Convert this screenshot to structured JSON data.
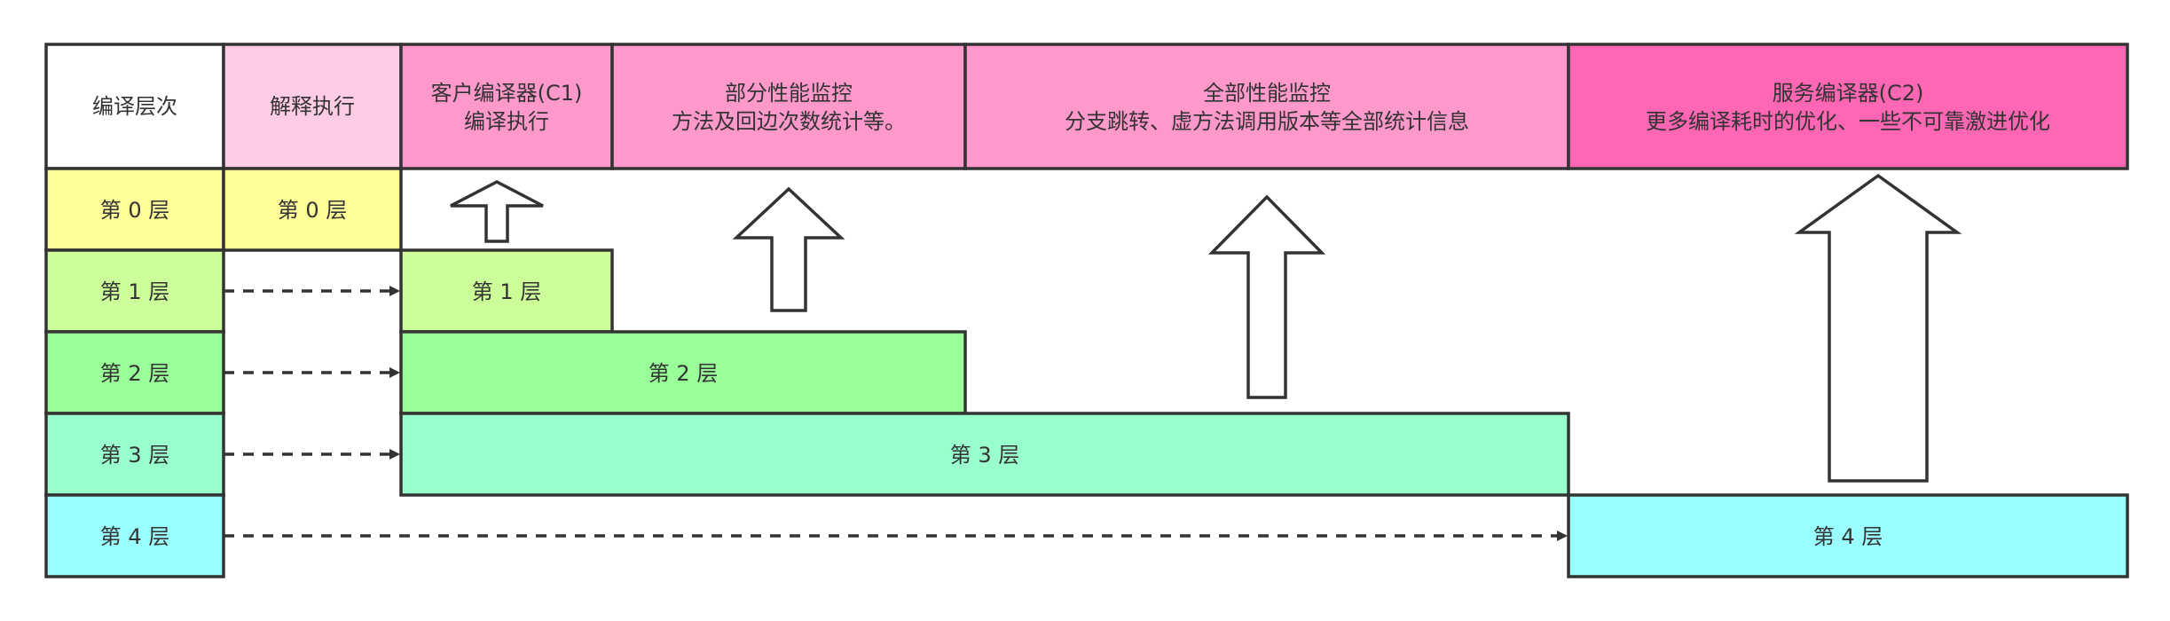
{
  "header": {
    "tiers_label": "编译层次",
    "interpret": "解释执行",
    "client": {
      "line1": "客户编译器(C1)",
      "line2": "编译执行"
    },
    "partial": {
      "line1": "部分性能监控",
      "line2": "方法及回边次数统计等。"
    },
    "full": {
      "line1": "全部性能监控",
      "line2": "分支跳转、虚方法调用版本等全部统计信息"
    },
    "server": {
      "line1": "服务编译器(C2)",
      "line2": "更多编译耗时的优化、一些不可靠激进优化"
    }
  },
  "rows": [
    {
      "label": "第 0 层"
    },
    {
      "label": "第 1 层"
    },
    {
      "label": "第 2 层"
    },
    {
      "label": "第 3 层"
    },
    {
      "label": "第 4 层"
    }
  ],
  "blocks": {
    "interpret_tier": "第 0 层",
    "tier1": "第 1 层",
    "tier2": "第 2 层",
    "tier3": "第 3 层",
    "tier4": "第 4 层"
  },
  "colors": {
    "header_white": "#ffffff",
    "interpret": "#ffcce6",
    "client": "#ff99cc",
    "partial": "#ff99cc",
    "full": "#ff99cc",
    "server": "#ff66b3",
    "tier0": "#ffff99",
    "tier1": "#ccff99",
    "tier2": "#99ff99",
    "tier3": "#99ffcc",
    "tier4": "#99ffff",
    "stroke": "#333333"
  }
}
